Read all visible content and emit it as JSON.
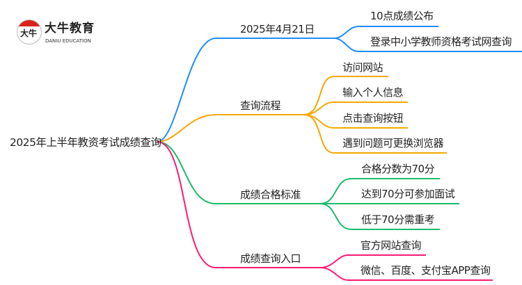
{
  "logo": {
    "mark": "大牛",
    "name_cn": "大牛教育",
    "name_en": "DANIU EDUCATION"
  },
  "root": "2025年上半年教资考试成绩查询",
  "branches": [
    {
      "label": "2025年4月21日",
      "color": "#1e8cff",
      "children": [
        "10点成绩公布",
        "登录中小学教师资格考试网查询"
      ]
    },
    {
      "label": "查询流程",
      "color": "#f5a800",
      "children": [
        "访问网站",
        "输入个人信息",
        "点击查询按钮",
        "遇到问题可更换浏览器"
      ]
    },
    {
      "label": "成绩合格标准",
      "color": "#1dbb6a",
      "children": [
        "合格分数为70分",
        "达到70分可参加面试",
        "低于70分需重考"
      ]
    },
    {
      "label": "成绩查询入口",
      "color": "#ff1a75",
      "children": [
        "官方网站查询",
        "微信、百度、支付宝APP查询"
      ]
    }
  ]
}
